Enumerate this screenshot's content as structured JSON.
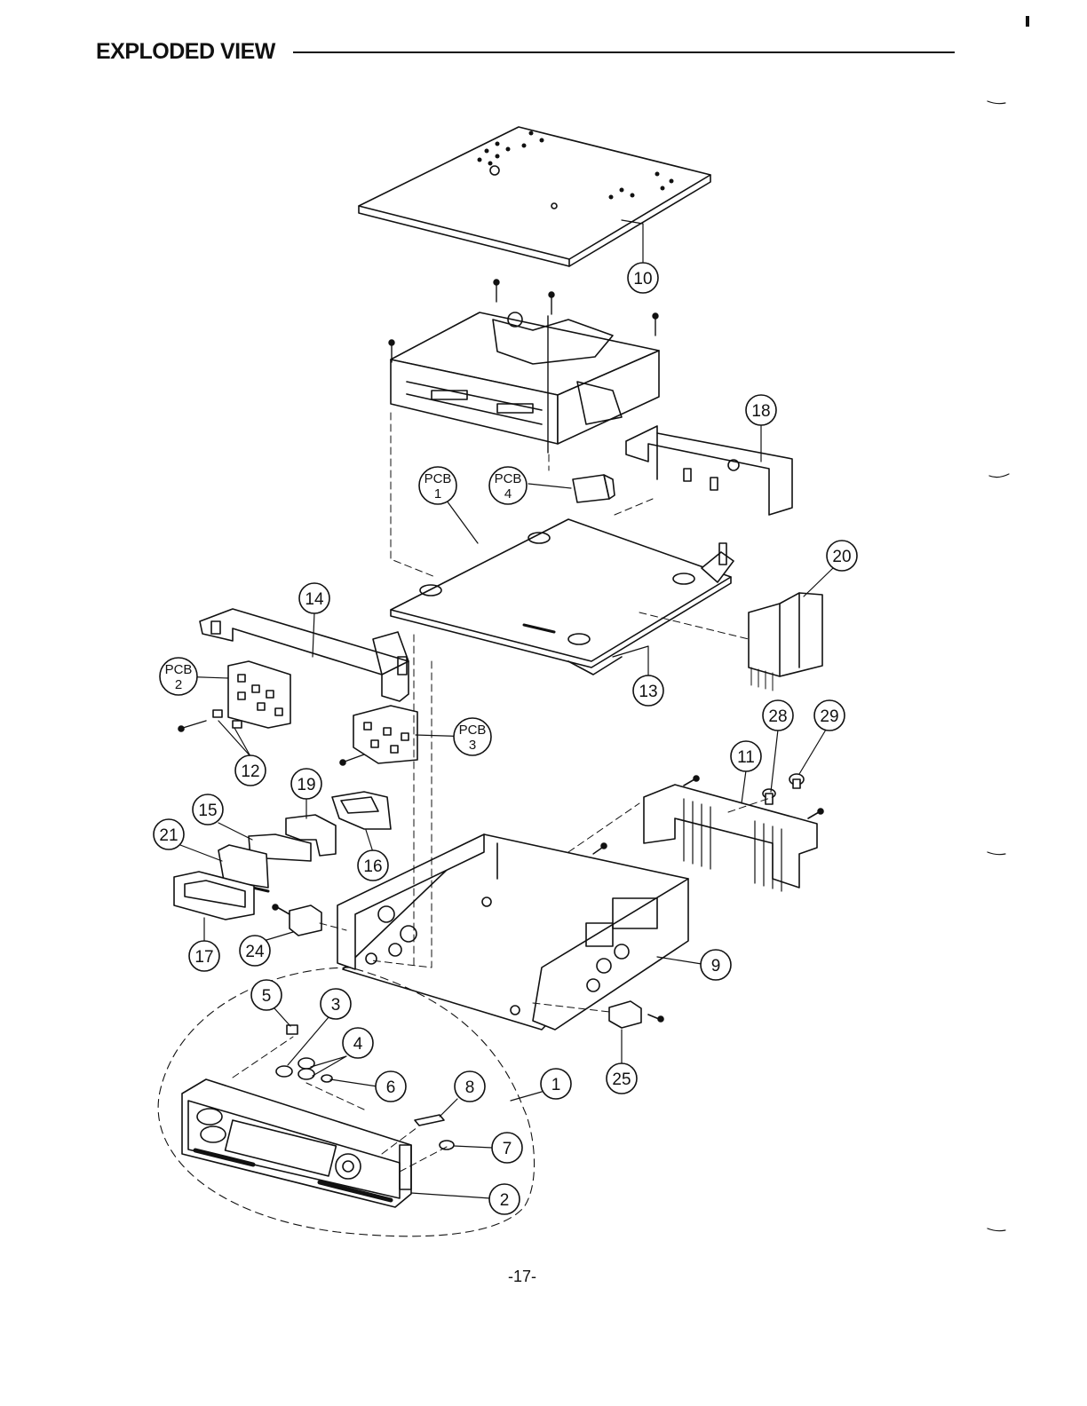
{
  "header": {
    "title": "EXPLODED VIEW"
  },
  "footer": {
    "page_number": "-17-"
  },
  "callouts": {
    "c10": "10",
    "c18": "18",
    "c20": "20",
    "c14": "14",
    "c13": "13",
    "c28": "28",
    "c29": "29",
    "c11": "11",
    "c12": "12",
    "c19": "19",
    "c15": "15",
    "c16": "16",
    "c21": "21",
    "c17": "17",
    "c24": "24",
    "c9": "9",
    "c5": "5",
    "c3": "3",
    "c4": "4",
    "c6": "6",
    "c8": "8",
    "c1": "1",
    "c25": "25",
    "c7": "7",
    "c2": "2",
    "pcb1": {
      "word": "PCB",
      "num": "1"
    },
    "pcb2": {
      "word": "PCB",
      "num": "2"
    },
    "pcb3": {
      "word": "PCB",
      "num": "3"
    },
    "pcb4": {
      "word": "PCB",
      "num": "4"
    }
  }
}
